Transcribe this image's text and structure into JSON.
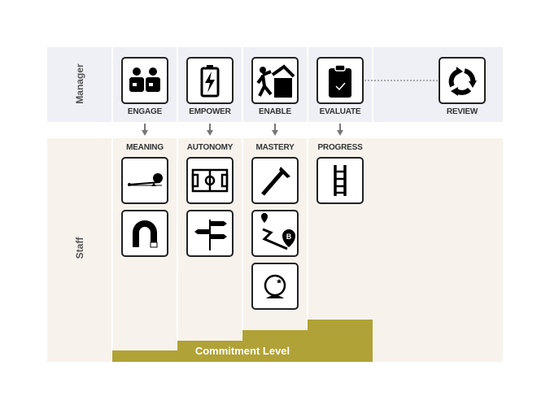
{
  "rows": {
    "manager": "Manager",
    "staff": "Staff"
  },
  "manager_steps": [
    {
      "label": "ENGAGE",
      "icon": "two-people-icon"
    },
    {
      "label": "EMPOWER",
      "icon": "battery-charging-icon"
    },
    {
      "label": "ENABLE",
      "icon": "climber-helping-icon"
    },
    {
      "label": "EVALUATE",
      "icon": "clipboard-check-icon"
    },
    {
      "label": "REVIEW",
      "icon": "cycle-arrows-icon"
    }
  ],
  "staff_columns": [
    {
      "label": "MEANING",
      "icons": [
        "seesaw-ball-icon",
        "magnet-icon"
      ]
    },
    {
      "label": "AUTONOMY",
      "icons": [
        "soccer-field-icon",
        "signpost-icon"
      ]
    },
    {
      "label": "MASTERY",
      "icons": [
        "caliper-icon",
        "route-a-to-b-icon",
        "crystal-ball-icon"
      ]
    },
    {
      "label": "PROGRESS",
      "icons": [
        "ladder-icon"
      ]
    }
  ],
  "commitment_label": "Commitment Level",
  "colors": {
    "manager_band": "#eef0f5",
    "staff_band": "#f7f3ec",
    "commitment": "#b0a236"
  }
}
